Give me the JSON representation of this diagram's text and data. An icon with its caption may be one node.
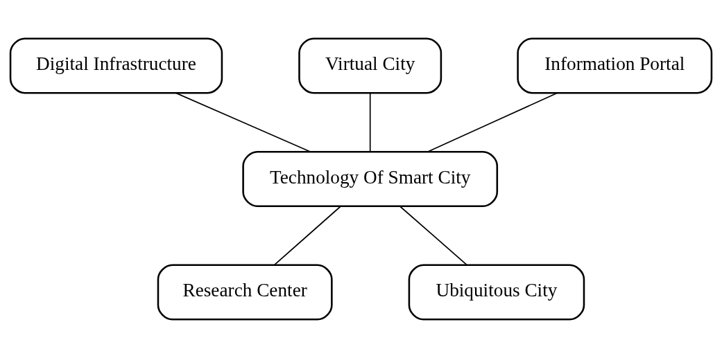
{
  "diagram": {
    "nodes": [
      {
        "text": [
          "Virtual City"
        ]
      },
      {
        "text": [
          "Digital Infrastructure"
        ]
      },
      {
        "text": [
          "Information Portal"
        ]
      },
      {
        "text": [
          "Technology Of Smart City"
        ]
      },
      {
        "text": [
          "Research Center"
        ]
      },
      {
        "text": [
          "Ubiquitous City"
        ]
      }
    ],
    "edges": [
      {
        "from": 3,
        "to": 0,
        "arrow": "none"
      },
      {
        "from": 3,
        "to": 1,
        "arrow": "none"
      },
      {
        "from": 3,
        "to": 2,
        "arrow": "none"
      },
      {
        "from": 3,
        "to": 4,
        "arrow": "none"
      },
      {
        "from": 3,
        "to": 5,
        "arrow": "none"
      }
    ]
  }
}
